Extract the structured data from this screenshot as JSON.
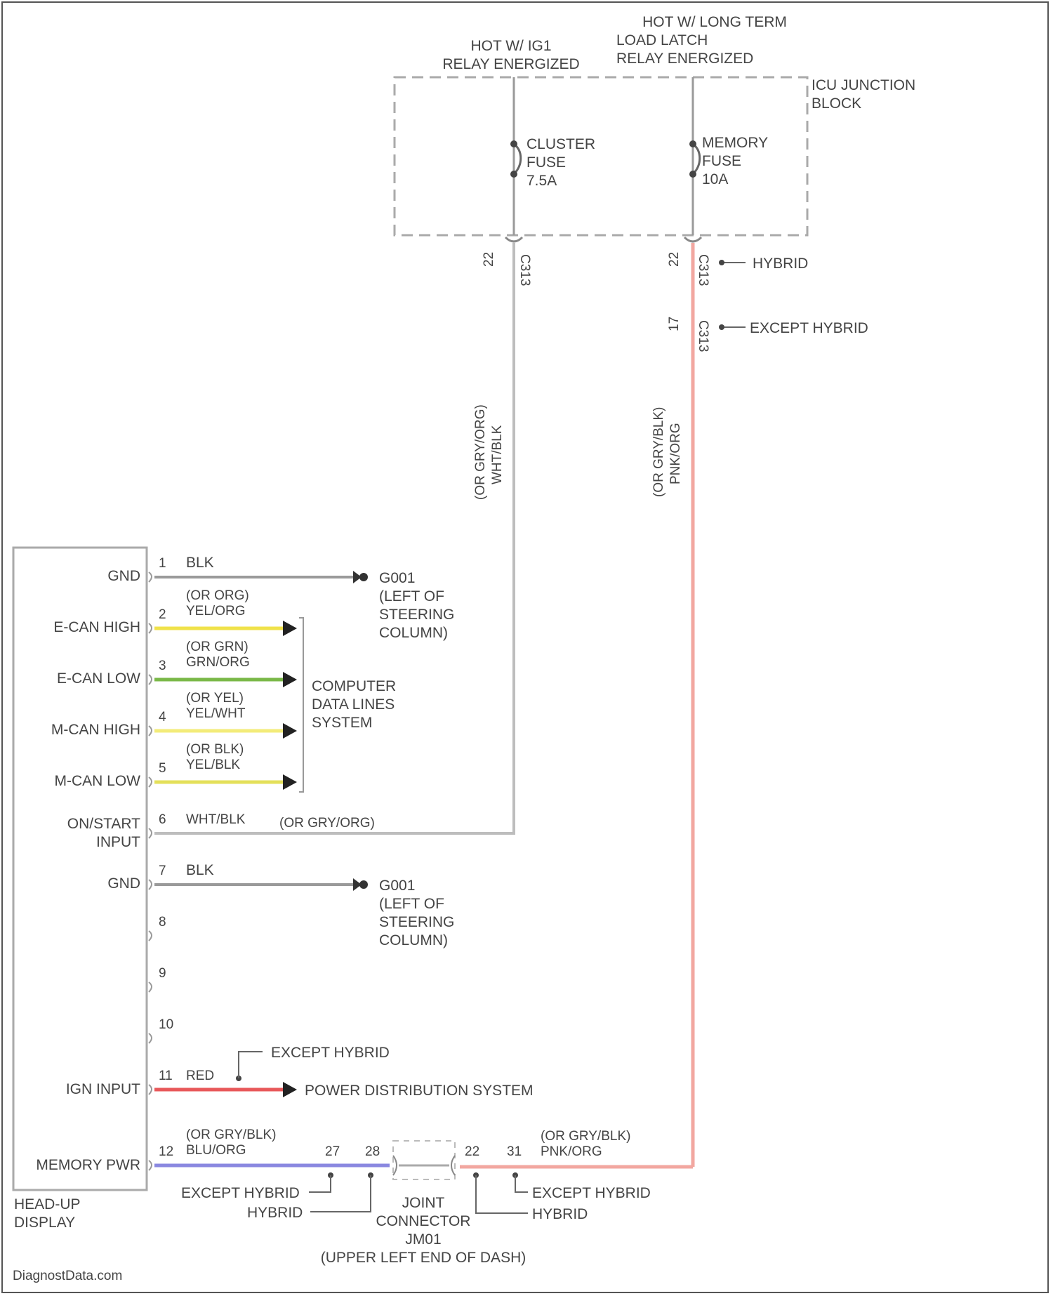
{
  "title_left_feed": [
    "HOT W/ IG1",
    "RELAY ENERGIZED"
  ],
  "title_right_feed": [
    "HOT W/ LONG TERM",
    "LOAD LATCH",
    "RELAY ENERGIZED"
  ],
  "junction_block": [
    "ICU JUNCTION",
    "BLOCK"
  ],
  "fuse_cluster": [
    "CLUSTER",
    "FUSE",
    "7.5A"
  ],
  "fuse_memory": [
    "MEMORY",
    "FUSE",
    "10A"
  ],
  "conn_left": {
    "pin": "22",
    "name": "C313"
  },
  "conn_right_hybrid": {
    "pin": "22",
    "name": "C313",
    "note": "HYBRID"
  },
  "conn_right_except": {
    "pin": "17",
    "name": "C313",
    "note": "EXCEPT HYBRID"
  },
  "wire_vert_left": [
    "(OR GRY/ORG)",
    "WHT/BLK"
  ],
  "wire_vert_right": [
    "(OR GRY/BLK)",
    "PNK/ORG"
  ],
  "module_name": [
    "HEAD-UP",
    "DISPLAY"
  ],
  "pins": [
    {
      "num": "1",
      "label": "GND",
      "wire": "BLK"
    },
    {
      "num": "2",
      "label": "E-CAN HIGH",
      "wire": "YEL/ORG",
      "alt": "(OR ORG)"
    },
    {
      "num": "3",
      "label": "E-CAN LOW",
      "wire": "GRN/ORG",
      "alt": "(OR GRN)"
    },
    {
      "num": "4",
      "label": "M-CAN HIGH",
      "wire": "YEL/WHT",
      "alt": "(OR YEL)"
    },
    {
      "num": "5",
      "label": "M-CAN LOW",
      "wire": "YEL/BLK",
      "alt": "(OR BLK)"
    },
    {
      "num": "6",
      "label": "ON/START INPUT",
      "wire": "WHT/BLK",
      "alt": "(OR GRY/ORG)"
    },
    {
      "num": "7",
      "label": "GND",
      "wire": "BLK"
    },
    {
      "num": "8"
    },
    {
      "num": "9"
    },
    {
      "num": "10"
    },
    {
      "num": "11",
      "label": "IGN INPUT",
      "wire": "RED",
      "note": "EXCEPT HYBRID"
    },
    {
      "num": "12",
      "label": "MEMORY PWR",
      "wire": "BLU/ORG",
      "alt": "(OR GRY/BLK)"
    }
  ],
  "ground_1": [
    "G001",
    "(LEFT OF",
    "STEERING",
    "COLUMN)"
  ],
  "ground_2": [
    "G001",
    "(LEFT OF",
    "STEERING",
    "COLUMN)"
  ],
  "data_lines": [
    "COMPUTER",
    "DATA LINES",
    "SYSTEM"
  ],
  "power_dist": "POWER DISTRIBUTION SYSTEM",
  "joint_connector": {
    "pins_left": [
      "27",
      "28"
    ],
    "pins_right": [
      "22",
      "31"
    ],
    "name": [
      "JOINT",
      "CONNECTOR",
      "JM01",
      "(UPPER LEFT END OF DASH)"
    ],
    "except_hybrid": "EXCEPT HYBRID",
    "hybrid": "HYBRID",
    "right_wire": [
      "(OR GRY/BLK)",
      "PNK/ORG"
    ]
  },
  "watermark": "DiagnostData.com",
  "colors": {
    "wire_gray": "#9a9a9a",
    "wire_yellow": "#f0e24a",
    "wire_yelwht": "#f3ec7a",
    "wire_green": "#7ab848",
    "wire_red": "#e8585a",
    "wire_pink": "#f2a7a0",
    "wire_blue": "#8a88e0",
    "box": "#b5b5b5"
  }
}
